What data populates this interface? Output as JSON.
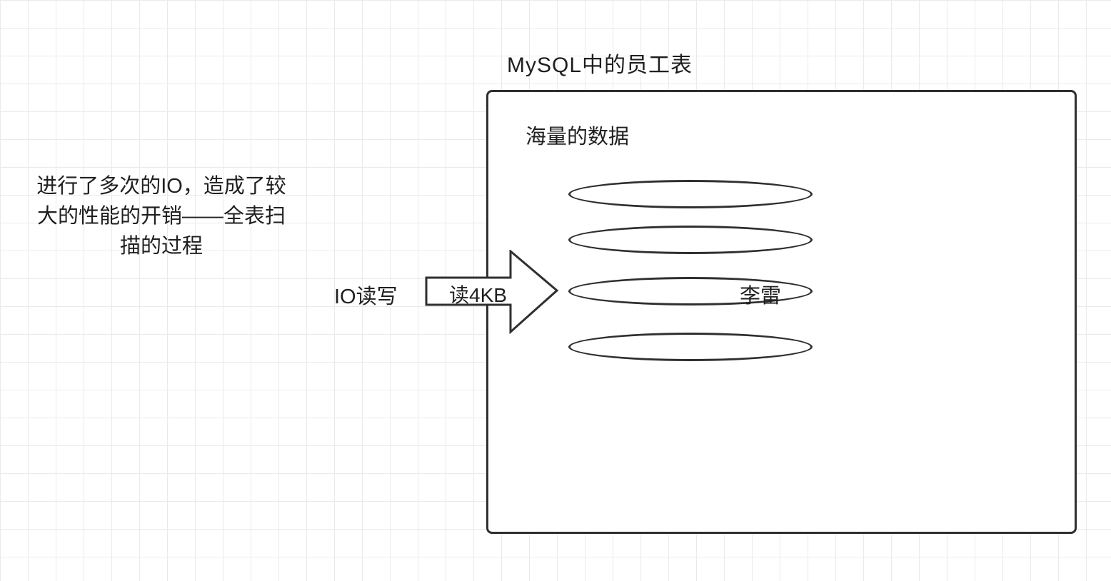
{
  "diagram": {
    "title": "MySQL中的员工表",
    "note": {
      "lines": [
        "进行了多次的IO，造成了较",
        "大的性能的开销——全表扫",
        "描的过程"
      ]
    },
    "arrow": {
      "outer_label": "IO读写",
      "inner_label": "读4KB"
    },
    "table_box": {
      "label": "海量的数据",
      "rows": [
        {
          "label": ""
        },
        {
          "label": ""
        },
        {
          "label": "李雷"
        },
        {
          "label": ""
        }
      ]
    },
    "colors": {
      "stroke": "#2f2f2f",
      "grid_line": "#e9ebeb",
      "background": "#ffffff",
      "text": "#1f1f1f"
    }
  }
}
